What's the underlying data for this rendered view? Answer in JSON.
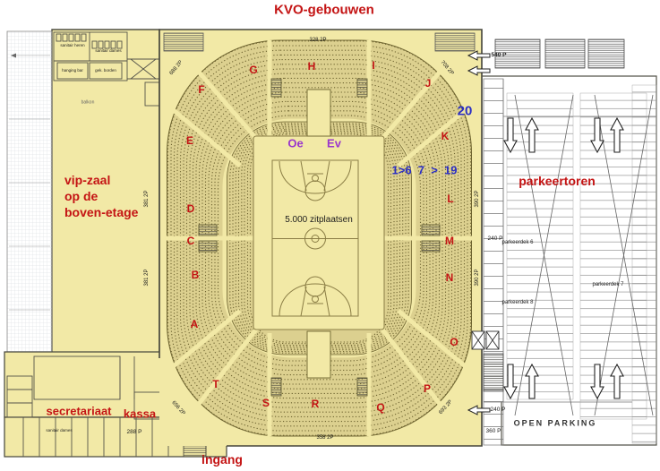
{
  "title": "KVO-gebouwen",
  "arena": {
    "capacity_label": "5.000 zitplaatsen",
    "sections": [
      {
        "letter": "A"
      },
      {
        "letter": "B"
      },
      {
        "letter": "C"
      },
      {
        "letter": "D"
      },
      {
        "letter": "E"
      },
      {
        "letter": "F"
      },
      {
        "letter": "G"
      },
      {
        "letter": "H"
      },
      {
        "letter": "I"
      },
      {
        "letter": "J"
      },
      {
        "letter": "K"
      },
      {
        "letter": "L"
      },
      {
        "letter": "M"
      },
      {
        "letter": "N"
      },
      {
        "letter": "O"
      },
      {
        "letter": "P"
      },
      {
        "letter": "Q"
      },
      {
        "letter": "R"
      },
      {
        "letter": "S"
      },
      {
        "letter": "T"
      }
    ],
    "stands": {
      "oe": "Oe",
      "ev": "Ev"
    },
    "gates": {
      "row_range": "1>6  7  >  19",
      "gate_20": "20"
    },
    "counts": {
      "top": "328 2P",
      "bottom": "358 2P",
      "top_left": "688 2P",
      "top_right": "708 2P",
      "bottom_left": "656 2P",
      "bottom_right": "693 2P",
      "left_upper": "381 2P",
      "left_lower": "381 2P",
      "right_upper": "390 2P",
      "right_lower": "390 2P"
    }
  },
  "left_wing": {
    "vip_label": {
      "line1": "vip-zaal",
      "line2": "op de",
      "line3": "boven-etage"
    },
    "rooms": {
      "sanitair_heren": "sanitair heren",
      "sanitair_dames": "sanitair dames",
      "hanging_bar": "hanging bar",
      "borden": "gek. borden",
      "balkon": "balkon",
      "sanitair_dames_2": "sanitair dames"
    },
    "secretariaat_label": "secretariaat",
    "kassa_label": "kassa",
    "count_288": "288 P"
  },
  "entrance": {
    "label": "ingang"
  },
  "parking": {
    "title": "parkeertoren",
    "open_parking_label": "OPEN PARKING",
    "deck_labels": [
      "parkeerdek 6",
      "parkeerdek 7",
      "parkeerdek 8"
    ],
    "counts": {
      "roof": "540 P",
      "deck_mid": "240 P",
      "deck_low": "240 P",
      "open": "360 P"
    }
  },
  "colors": {
    "building_fill": "#f2e9a6",
    "seating_fill": "#dcd08f",
    "seat_line": "#6e6430",
    "wall": "#44443a",
    "label_red": "#c41414",
    "label_blue": "#2a2ec4",
    "label_purple": "#9a36cc",
    "parking_line": "#777777"
  }
}
